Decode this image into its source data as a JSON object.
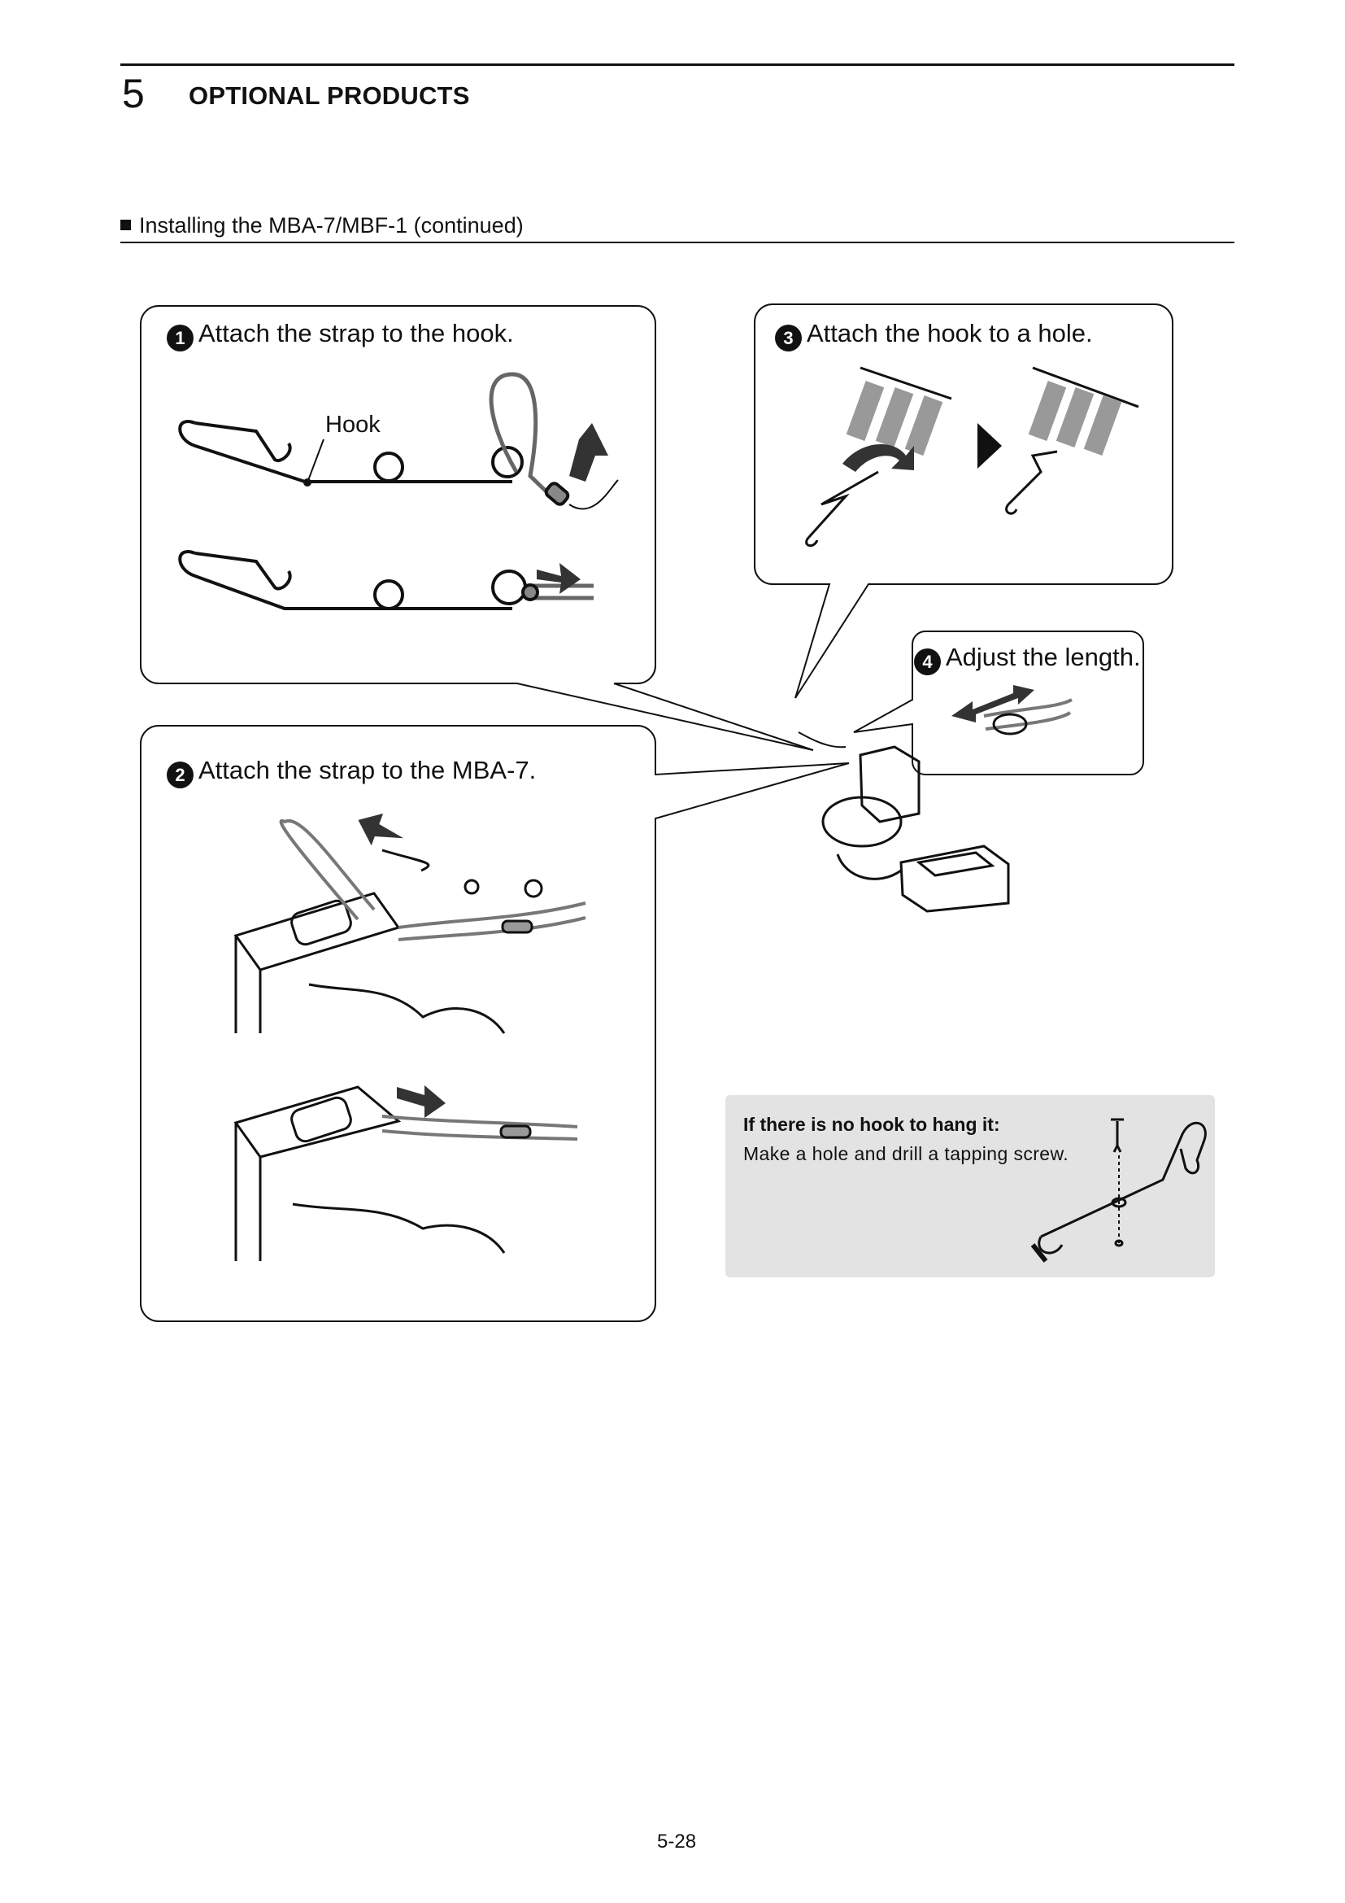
{
  "header": {
    "chapter_number": "5",
    "chapter_title": "OPTIONAL PRODUCTS"
  },
  "section": {
    "title": "Installing the MBA-7/MBF-1 (continued)"
  },
  "steps": [
    {
      "marker": "1",
      "text": "Attach the strap to the hook."
    },
    {
      "marker": "2",
      "text": "Attach the strap to the MBA-7."
    },
    {
      "marker": "3",
      "text": "Attach the hook to a hole."
    },
    {
      "marker": "4",
      "text": "Adjust the length."
    }
  ],
  "labels": {
    "hook": "Hook"
  },
  "note": {
    "title": "If there is no hook to hang it:",
    "body": "Make a hole and drill a tapping screw."
  },
  "footer": {
    "page_number": "5-28"
  },
  "icons": [
    "step-number-1-icon",
    "step-number-2-icon",
    "step-number-3-icon",
    "step-number-4-icon",
    "arrow-icon",
    "tapping-screw-icon"
  ]
}
